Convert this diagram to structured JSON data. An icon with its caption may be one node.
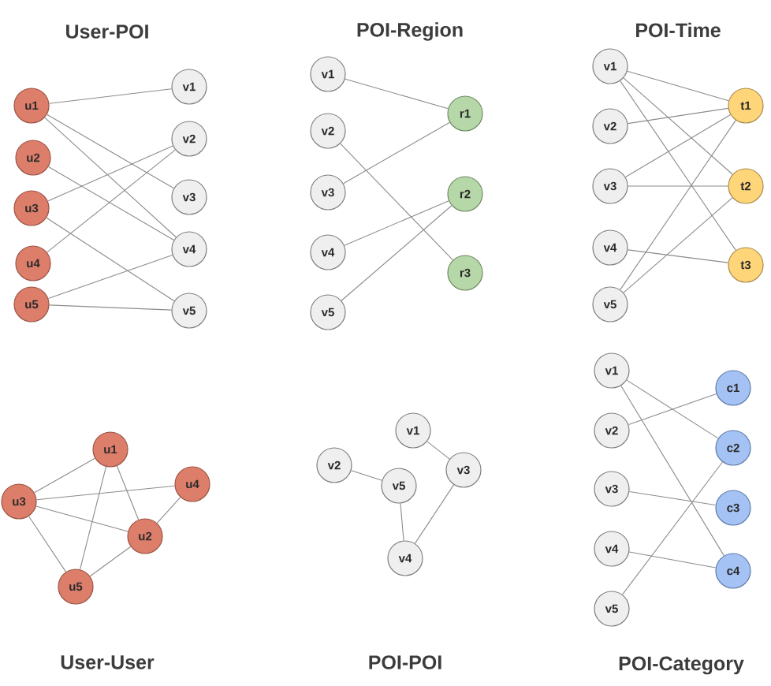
{
  "diagram": {
    "nodes": [
      {
        "text": [
          "u1"
        ]
      },
      {
        "text": [
          "u2"
        ]
      },
      {
        "text": [
          "u3"
        ]
      },
      {
        "text": [
          "u4"
        ]
      },
      {
        "text": [
          "u5"
        ]
      },
      {
        "text": [
          "v1"
        ]
      },
      {
        "text": [
          "v2"
        ]
      },
      {
        "text": [
          "v3"
        ]
      },
      {
        "text": [
          "v4"
        ]
      },
      {
        "text": [
          "v5"
        ]
      },
      {
        "text": [
          "v1"
        ]
      },
      {
        "text": [
          "v2"
        ]
      },
      {
        "text": [
          "v3"
        ]
      },
      {
        "text": [
          "v4"
        ]
      },
      {
        "text": [
          "v5"
        ]
      },
      {
        "text": [
          "r1"
        ]
      },
      {
        "text": [
          "r2"
        ]
      },
      {
        "text": [
          "r3"
        ]
      },
      {
        "text": [
          "v1"
        ]
      },
      {
        "text": [
          "v2"
        ]
      },
      {
        "text": [
          "v3"
        ]
      },
      {
        "text": [
          "v4"
        ]
      },
      {
        "text": [
          "v5"
        ]
      },
      {
        "text": [
          "t1"
        ]
      },
      {
        "text": [
          "t2"
        ]
      },
      {
        "text": [
          "t3"
        ]
      },
      {
        "text": [
          "u1"
        ]
      },
      {
        "text": [
          "u2"
        ]
      },
      {
        "text": [
          "u3"
        ]
      },
      {
        "text": [
          "u4"
        ]
      },
      {
        "text": [
          "u5"
        ]
      },
      {
        "text": [
          "v1"
        ]
      },
      {
        "text": [
          "v2"
        ]
      },
      {
        "text": [
          "v3"
        ]
      },
      {
        "text": [
          "v4"
        ]
      },
      {
        "text": [
          "v5"
        ]
      },
      {
        "text": [
          "v1"
        ]
      },
      {
        "text": [
          "v2"
        ]
      },
      {
        "text": [
          "v3"
        ]
      },
      {
        "text": [
          "v4"
        ]
      },
      {
        "text": [
          "v5"
        ]
      },
      {
        "text": [
          "c1"
        ]
      },
      {
        "text": [
          "c2"
        ]
      },
      {
        "text": [
          "c3"
        ]
      },
      {
        "text": [
          "c4"
        ]
      }
    ],
    "edges": [
      {
        "from": 0,
        "to": 5,
        "arrow": "none"
      },
      {
        "from": 0,
        "to": 7,
        "arrow": "none"
      },
      {
        "from": 0,
        "to": 8,
        "arrow": "none"
      },
      {
        "from": 1,
        "to": 8,
        "arrow": "none"
      },
      {
        "from": 2,
        "to": 6,
        "arrow": "none"
      },
      {
        "from": 2,
        "to": 9,
        "arrow": "none"
      },
      {
        "from": 3,
        "to": 6,
        "arrow": "none"
      },
      {
        "from": 4,
        "to": 8,
        "arrow": "none"
      },
      {
        "from": 4,
        "to": 9,
        "arrow": "none"
      },
      {
        "from": 10,
        "to": 15,
        "arrow": "none"
      },
      {
        "from": 11,
        "to": 17,
        "arrow": "none"
      },
      {
        "from": 12,
        "to": 15,
        "arrow": "none"
      },
      {
        "from": 13,
        "to": 16,
        "arrow": "none"
      },
      {
        "from": 14,
        "to": 16,
        "arrow": "none"
      },
      {
        "from": 18,
        "to": 23,
        "arrow": "none"
      },
      {
        "from": 18,
        "to": 24,
        "arrow": "none"
      },
      {
        "from": 18,
        "to": 25,
        "arrow": "none"
      },
      {
        "from": 19,
        "to": 23,
        "arrow": "none"
      },
      {
        "from": 20,
        "to": 23,
        "arrow": "none"
      },
      {
        "from": 20,
        "to": 24,
        "arrow": "none"
      },
      {
        "from": 21,
        "to": 25,
        "arrow": "none"
      },
      {
        "from": 22,
        "to": 23,
        "arrow": "none"
      },
      {
        "from": 22,
        "to": 24,
        "arrow": "none"
      },
      {
        "from": 26,
        "to": 28,
        "arrow": "none"
      },
      {
        "from": 26,
        "to": 27,
        "arrow": "none"
      },
      {
        "from": 26,
        "to": 30,
        "arrow": "none"
      },
      {
        "from": 28,
        "to": 29,
        "arrow": "none"
      },
      {
        "from": 28,
        "to": 27,
        "arrow": "none"
      },
      {
        "from": 28,
        "to": 30,
        "arrow": "none"
      },
      {
        "from": 29,
        "to": 27,
        "arrow": "none"
      },
      {
        "from": 27,
        "to": 30,
        "arrow": "none"
      },
      {
        "from": 32,
        "to": 35,
        "arrow": "none"
      },
      {
        "from": 35,
        "to": 34,
        "arrow": "none"
      },
      {
        "from": 34,
        "to": 33,
        "arrow": "none"
      },
      {
        "from": 31,
        "to": 33,
        "arrow": "none"
      },
      {
        "from": 36,
        "to": 42,
        "arrow": "none"
      },
      {
        "from": 36,
        "to": 44,
        "arrow": "none"
      },
      {
        "from": 37,
        "to": 41,
        "arrow": "none"
      },
      {
        "from": 38,
        "to": 43,
        "arrow": "none"
      },
      {
        "from": 39,
        "to": 44,
        "arrow": "none"
      },
      {
        "from": 40,
        "to": 42,
        "arrow": "none"
      }
    ],
    "labels": [
      "User-POI",
      "POI-Region",
      "POI-Time",
      "User-User",
      "POI-POI",
      "POI-Category"
    ]
  }
}
